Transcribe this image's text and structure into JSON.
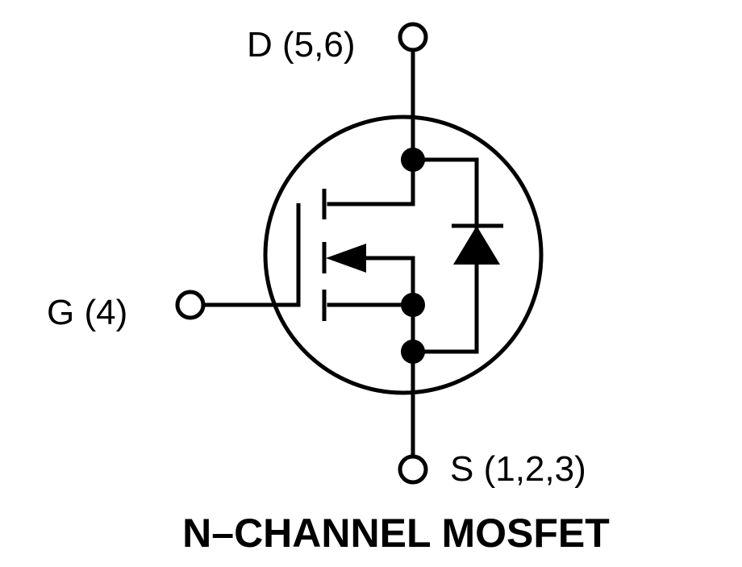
{
  "terminals": {
    "drain": "D (5,6)",
    "gate": "G (4)",
    "source": "S (1,2,3)"
  },
  "caption": "N–CHANNEL MOSFET",
  "colors": {
    "ink": "#000000",
    "background": "#ffffff"
  }
}
